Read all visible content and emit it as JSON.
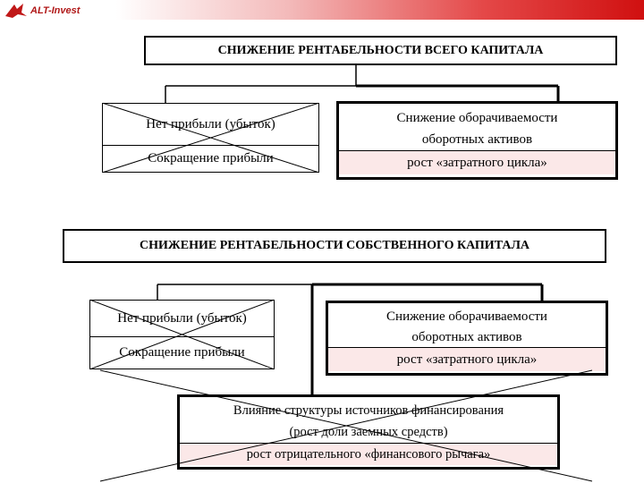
{
  "brand": {
    "logo_text": "ALT-Invest",
    "accent_color": "#d01010"
  },
  "diagram": {
    "top": {
      "title": "СНИЖЕНИЕ РЕНТАБЕЛЬНОСТИ ВСЕГО КАПИТАЛА",
      "left_box": {
        "line1": "Нет прибыли (убыток)",
        "line2": "Сокращение прибыли",
        "crossed_out": true
      },
      "right_box": {
        "line1": "Снижение оборачиваемости",
        "line2": "оборотных активов",
        "line3": "рост «затратного цикла»"
      }
    },
    "bottom": {
      "title": "СНИЖЕНИЕ  РЕНТАБЕЛЬНОСТИ СОБСТВЕННОГО КАПИТАЛА",
      "left_box": {
        "line1": "Нет прибыли (убыток)",
        "line2": "Сокращение прибыли",
        "crossed_out": true
      },
      "right_box": {
        "line1": "Снижение оборачиваемости",
        "line2": "оборотных активов",
        "line3": "рост «затратного цикла»"
      },
      "financing_box": {
        "line1": "Влияние структуры источников финансирования",
        "line2": "(рост доли заемных средств)",
        "line3": "рост отрицательного «финансового рычага»",
        "crossed_out": true
      }
    },
    "colors": {
      "highlight_row": "#fbe8e8"
    }
  }
}
